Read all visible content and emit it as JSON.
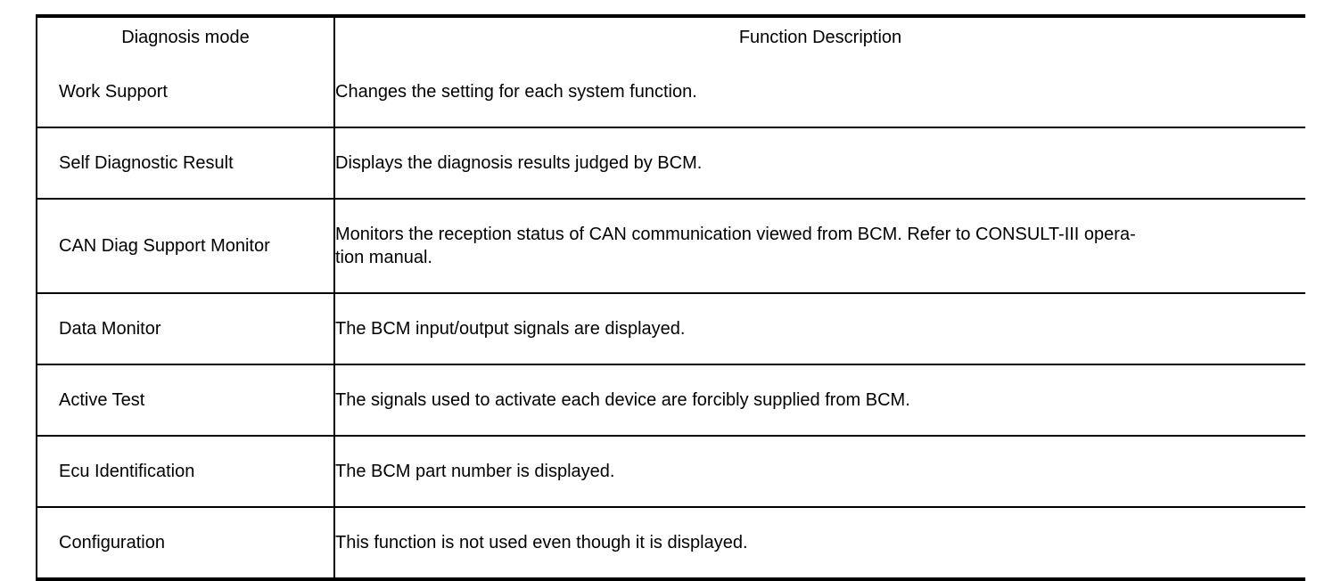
{
  "table": {
    "columns": [
      {
        "key": "mode",
        "header": "Diagnosis mode"
      },
      {
        "key": "description",
        "header": "Function Description"
      }
    ],
    "rows": [
      {
        "mode": "Work Support",
        "description": "Changes the setting for each system function.",
        "description_lines": [
          "Changes the setting for each system function."
        ]
      },
      {
        "mode": "Self Diagnostic Result",
        "description": "Displays the diagnosis results judged by BCM.",
        "description_lines": [
          "Displays the diagnosis results judged by BCM."
        ]
      },
      {
        "mode": "CAN Diag Support Monitor",
        "description": "Monitors the reception status of CAN communication viewed from BCM. Refer to CONSULT-III operation manual.",
        "description_lines": [
          "Monitors the reception status of CAN communication viewed from BCM. Refer to CONSULT-III opera-",
          "tion manual."
        ]
      },
      {
        "mode": "Data Monitor",
        "description": "The BCM input/output signals are displayed.",
        "description_lines": [
          "The BCM input/output signals are displayed."
        ]
      },
      {
        "mode": "Active Test",
        "description": "The signals used to activate each device are forcibly supplied from BCM.",
        "description_lines": [
          "The signals used to activate each device are forcibly supplied from BCM."
        ]
      },
      {
        "mode": "Ecu Identification",
        "description": "The BCM part number is displayed.",
        "description_lines": [
          "The BCM part number is displayed."
        ]
      },
      {
        "mode": "Configuration",
        "description": "This function is not used even though it is displayed.",
        "description_lines": [
          "This function is not used even though it is displayed."
        ]
      }
    ]
  },
  "colors": {
    "rule": "#000000",
    "text": "#000000",
    "background": "#ffffff"
  }
}
